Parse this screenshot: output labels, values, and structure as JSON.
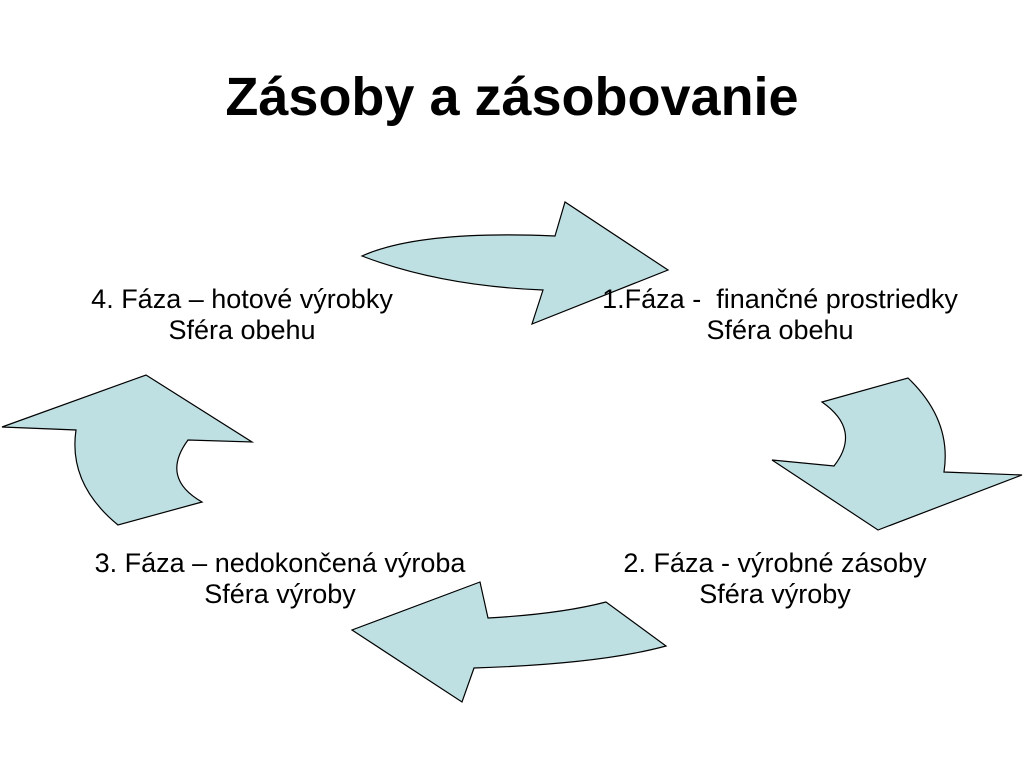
{
  "title": "Zásoby a zásobovanie",
  "arrow_color": "#bfe0e3",
  "phases": [
    {
      "line1": "1.Fáza -  finančné prostriedky",
      "line2": "Sféra obehu"
    },
    {
      "line1": "2. Fáza - výrobné zásoby",
      "line2": "Sféra výroby"
    },
    {
      "line1": "3. Fáza – nedokončená výroba",
      "line2": "Sféra výroby"
    },
    {
      "line1": "4. Fáza – hotové výrobky",
      "line2": "Sféra obehu"
    }
  ]
}
